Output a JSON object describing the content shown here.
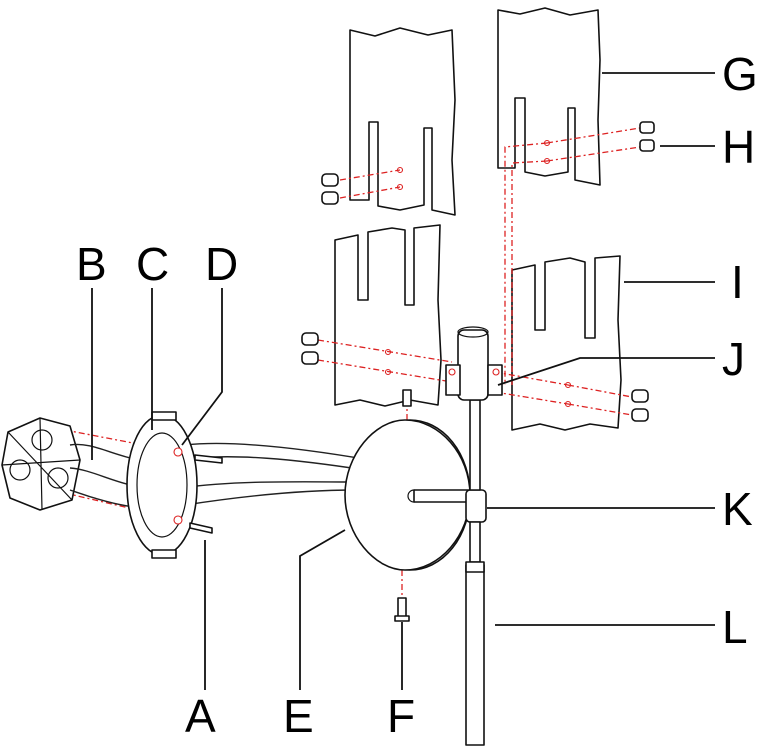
{
  "diagram": {
    "labels": [
      "A",
      "B",
      "C",
      "D",
      "E",
      "F",
      "G",
      "H",
      "I",
      "J",
      "K",
      "L"
    ],
    "colors": {
      "line": "#111111",
      "center_line": "#dd2222",
      "background": "#ffffff"
    }
  }
}
